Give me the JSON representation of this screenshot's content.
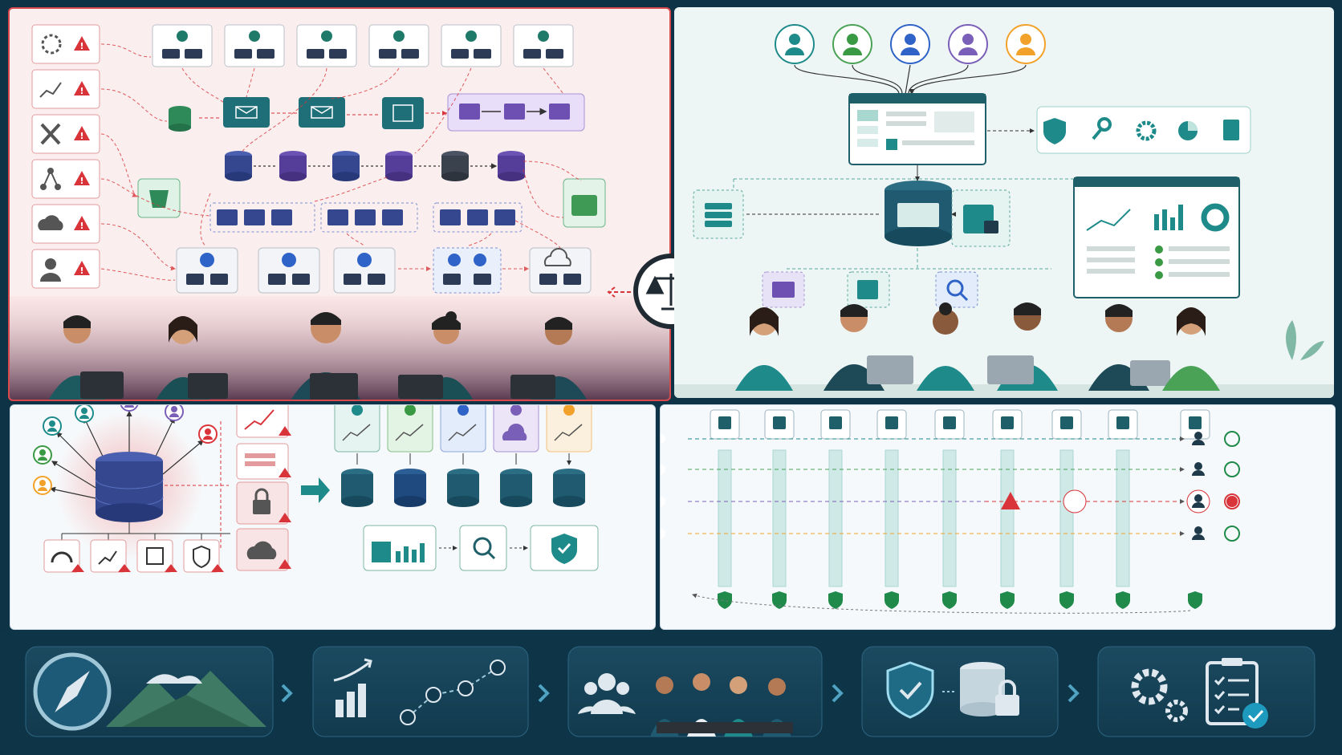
{
  "colors": {
    "problem_red": "#d9343a",
    "healthy_teal": "#1f8a8a",
    "navy_db": "#33478f",
    "purple": "#7a5fb8",
    "green": "#4aa256",
    "orange": "#f2a22b",
    "strip_bg": "#0d3447"
  },
  "icons": {
    "balance": "scales-of-justice-icon",
    "tl_issue_icons": [
      "gear-alert-icon",
      "trend-chart-icon",
      "tools-icon",
      "network-nodes-icon",
      "cloud-upload-icon",
      "engineer-icon"
    ],
    "tr_users": [
      "teal",
      "green",
      "blue",
      "purple",
      "orange"
    ],
    "tr_features": [
      "shield-check-icon",
      "key-icon",
      "gear-icon",
      "pie-chart-icon",
      "clipboard-icon"
    ],
    "br_stages": [
      "user-shield-icon",
      "badge-plus-icon",
      "shield-check-icon",
      "code-icon",
      "user-settings-icon",
      "network-icon",
      "database-icon",
      "document-icon",
      "download-icon"
    ],
    "strip_steps": [
      "compass-mountain",
      "growth-checkpoints",
      "team",
      "shield-database-lock",
      "gears-checklist"
    ]
  },
  "br_lanes": [
    {
      "color": "#1f8a8a",
      "status": "ok"
    },
    {
      "color": "#4aa256",
      "status": "ok"
    },
    {
      "color": "#7a5fb8",
      "status": "error"
    },
    {
      "color": "#f2a22b",
      "status": "ok"
    }
  ],
  "bl_tenants": [
    "teal",
    "green",
    "blue",
    "purple",
    "orange"
  ]
}
